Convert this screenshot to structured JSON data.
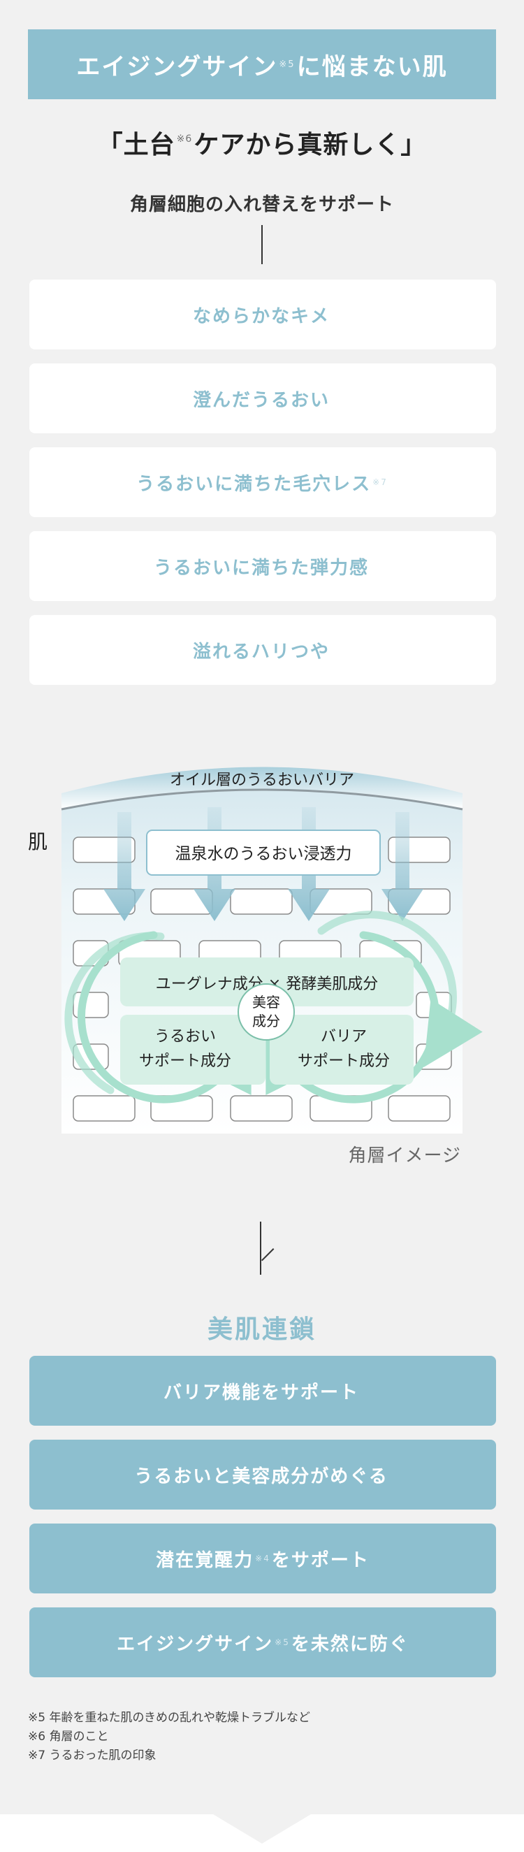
{
  "header": {
    "title_a": "エイジングサイン",
    "title_sup": "※5",
    "title_b": "に悩まない肌"
  },
  "intro": {
    "quote_a": "「土台",
    "quote_sup": "※6",
    "quote_b": "ケアから真新しく」",
    "subtitle": "角層細胞の入れ替えをサポート"
  },
  "benefits": [
    {
      "label": "なめらかなキメ",
      "sup": ""
    },
    {
      "label": "澄んだうるおい",
      "sup": ""
    },
    {
      "label": "うるおいに満ちた毛穴レス",
      "sup": "※7"
    },
    {
      "label": "うるおいに満ちた弾力感",
      "sup": ""
    },
    {
      "label": "溢れるハリつや",
      "sup": ""
    }
  ],
  "diagram": {
    "skin_label": "肌",
    "oil_layer": "オイル層のうるおいバリア",
    "spring_water": "温泉水のうるおい浸透力",
    "euglena": "ユーグレナ成分 × 発酵美肌成分",
    "beauty_line1": "美容",
    "beauty_line2": "成分",
    "moist_line1": "うるおい",
    "moist_line2": "サポート成分",
    "barrier_line1": "バリア",
    "barrier_line2": "サポート成分",
    "horny_image": "角層イメージ"
  },
  "chain": {
    "title": "美肌連鎖",
    "items": [
      {
        "label": "バリア機能をサポート",
        "sup": "",
        "label_b": ""
      },
      {
        "label": "うるおいと美容成分がめぐる",
        "sup": "",
        "label_b": ""
      },
      {
        "label": "潜在覚醒力",
        "sup": "※4",
        "label_b": "をサポート"
      },
      {
        "label": "エイジングサイン",
        "sup": "※5",
        "label_b": "を未然に防ぐ"
      }
    ]
  },
  "notes": [
    "※5 年齢を重ねた肌のきめの乱れや乾燥トラブルなど",
    "※6 角層のこと",
    "※7 うるおった肌の印象"
  ],
  "colors": {
    "accent": "#8dbfcf",
    "mint": "#d7f0e6",
    "arrow": "#8dbfcf",
    "cycle": "#9fdcc8"
  }
}
